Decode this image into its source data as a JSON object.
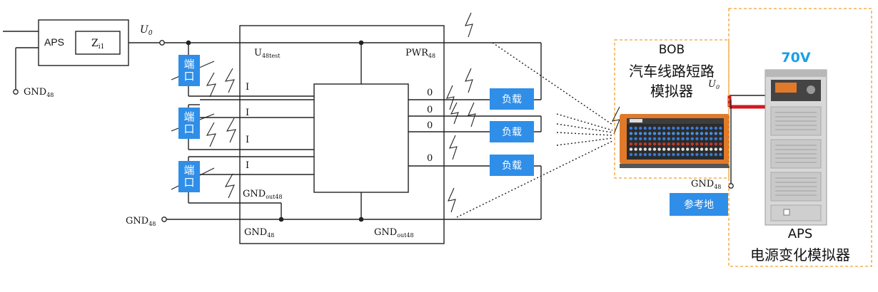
{
  "left_source": {
    "label": "APS",
    "impedance": "Z",
    "impedance_sub": "i1",
    "gnd": "GND",
    "gnd_sub": "48"
  },
  "bus": {
    "u0": "U",
    "u0_sub": "0",
    "gnd_left": "GND",
    "gnd_left_sub": "48"
  },
  "dut": {
    "u48": "U",
    "u48_sub": "48test",
    "pwr": "PWR",
    "pwr_sub": "48",
    "gnd_bottom": "GND",
    "gnd_bottom_sub": "48",
    "gnd_out_bottom": "GND",
    "gnd_out_bottom_sub": "out48",
    "gnd_out_inner": "GND",
    "gnd_out_inner_sub": "out48",
    "input_marks": [
      "I",
      "I",
      "I",
      "I"
    ],
    "output_marks": [
      "0",
      "0",
      "0",
      "0"
    ]
  },
  "ports": [
    "端口",
    "端口",
    "端口"
  ],
  "loads": [
    "负载",
    "负载",
    "负载"
  ],
  "bob": {
    "code": "BOB",
    "line1": "汽车线路短路",
    "line2": "模拟器",
    "u0": "U",
    "u0_sub": "0",
    "gnd": "GND",
    "gnd_sub": "48"
  },
  "reference_ground": "参考地",
  "aps_device": {
    "voltage": "70V",
    "code": "APS",
    "name": "电源变化模拟器"
  },
  "colors": {
    "label_blue": "#2f8ee8",
    "voltage_blue": "#1aa0e6",
    "dash_orange": "#f0a030",
    "wire_red": "#d0191f",
    "bob_body": "#e07a2a",
    "aps_body": "#d8d8d8"
  }
}
